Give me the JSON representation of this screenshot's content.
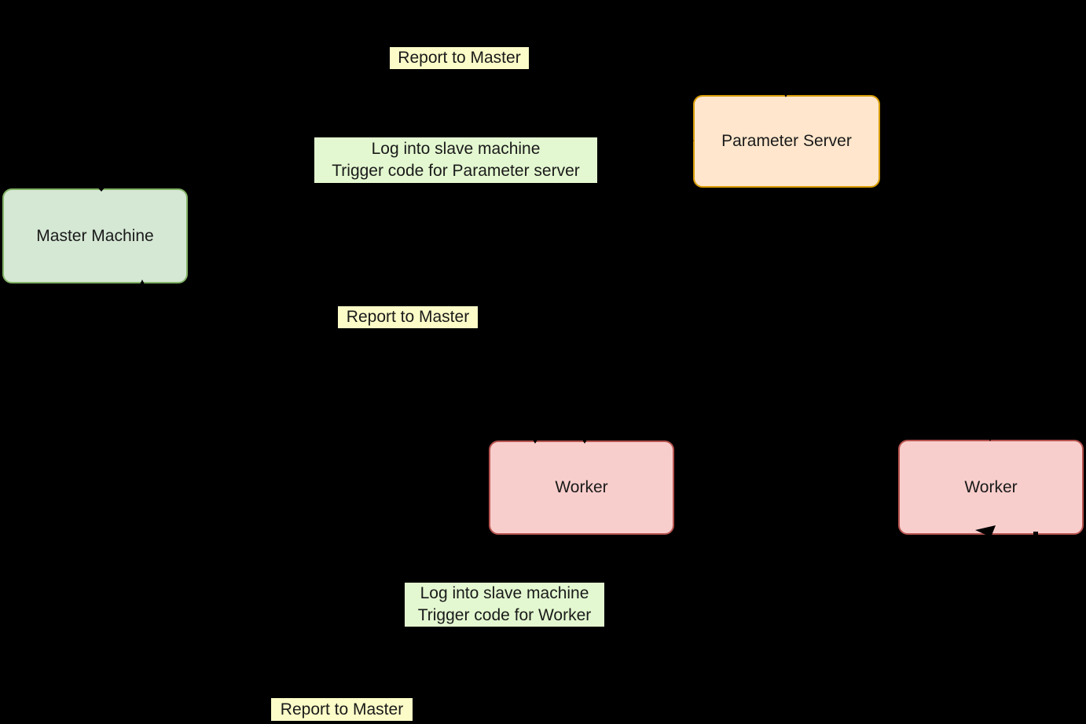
{
  "diagram": {
    "background": "#000000",
    "edge_color": "#000000",
    "text_color": "#1a1a1a",
    "nodes": {
      "master": {
        "label": "Master Machine",
        "fill": "#d5e8d4",
        "stroke": "#82b366"
      },
      "parameter_server": {
        "label": "Parameter Server",
        "fill": "#ffe6cc",
        "stroke": "#d79b00"
      },
      "worker_left": {
        "label": "Worker",
        "fill": "#f8cecc",
        "stroke": "#b85450"
      },
      "worker_right": {
        "label": "Worker",
        "fill": "#f8cecc",
        "stroke": "#b85450"
      }
    },
    "edge_labels": {
      "report_top": {
        "text": "Report to Master",
        "bg": "#fcfcc8"
      },
      "login_param": {
        "line1": "Log into slave machine",
        "line2": "Trigger code for Parameter server",
        "bg": "#e3f8d0"
      },
      "report_mid": {
        "text": "Report to Master",
        "bg": "#fcfcc8"
      },
      "login_worker": {
        "line1": "Log into slave machine",
        "line2": "Trigger code for Worker",
        "bg": "#e3f8d0"
      },
      "report_bottom": {
        "text": "Report to Master",
        "bg": "#fcfcc8"
      }
    }
  }
}
